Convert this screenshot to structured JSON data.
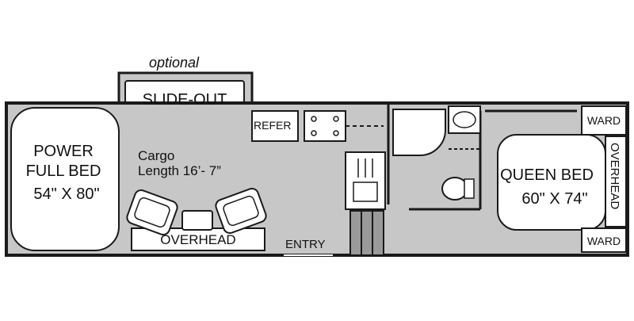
{
  "colors": {
    "floor": "#c7c7c7",
    "wall": "#1a1a1a",
    "fixture": "#ffffff"
  },
  "labels": {
    "optional": "optional",
    "slide_out": "SLIDE-OUT",
    "refer": "REFER",
    "power_bed_line1": "POWER",
    "power_bed_line2": "FULL BED",
    "power_bed_size": "54\" X 80\"",
    "cargo_line1": "Cargo",
    "cargo_line2": "Length 16’- 7”",
    "overhead_front": "OVERHEAD",
    "entry": "ENTRY",
    "queen_bed_line1": "QUEEN BED",
    "queen_bed_size": "60\" X 74\"",
    "ward_top": "WARD",
    "ward_bottom": "WARD",
    "overhead_rear": "OVERHEAD"
  }
}
